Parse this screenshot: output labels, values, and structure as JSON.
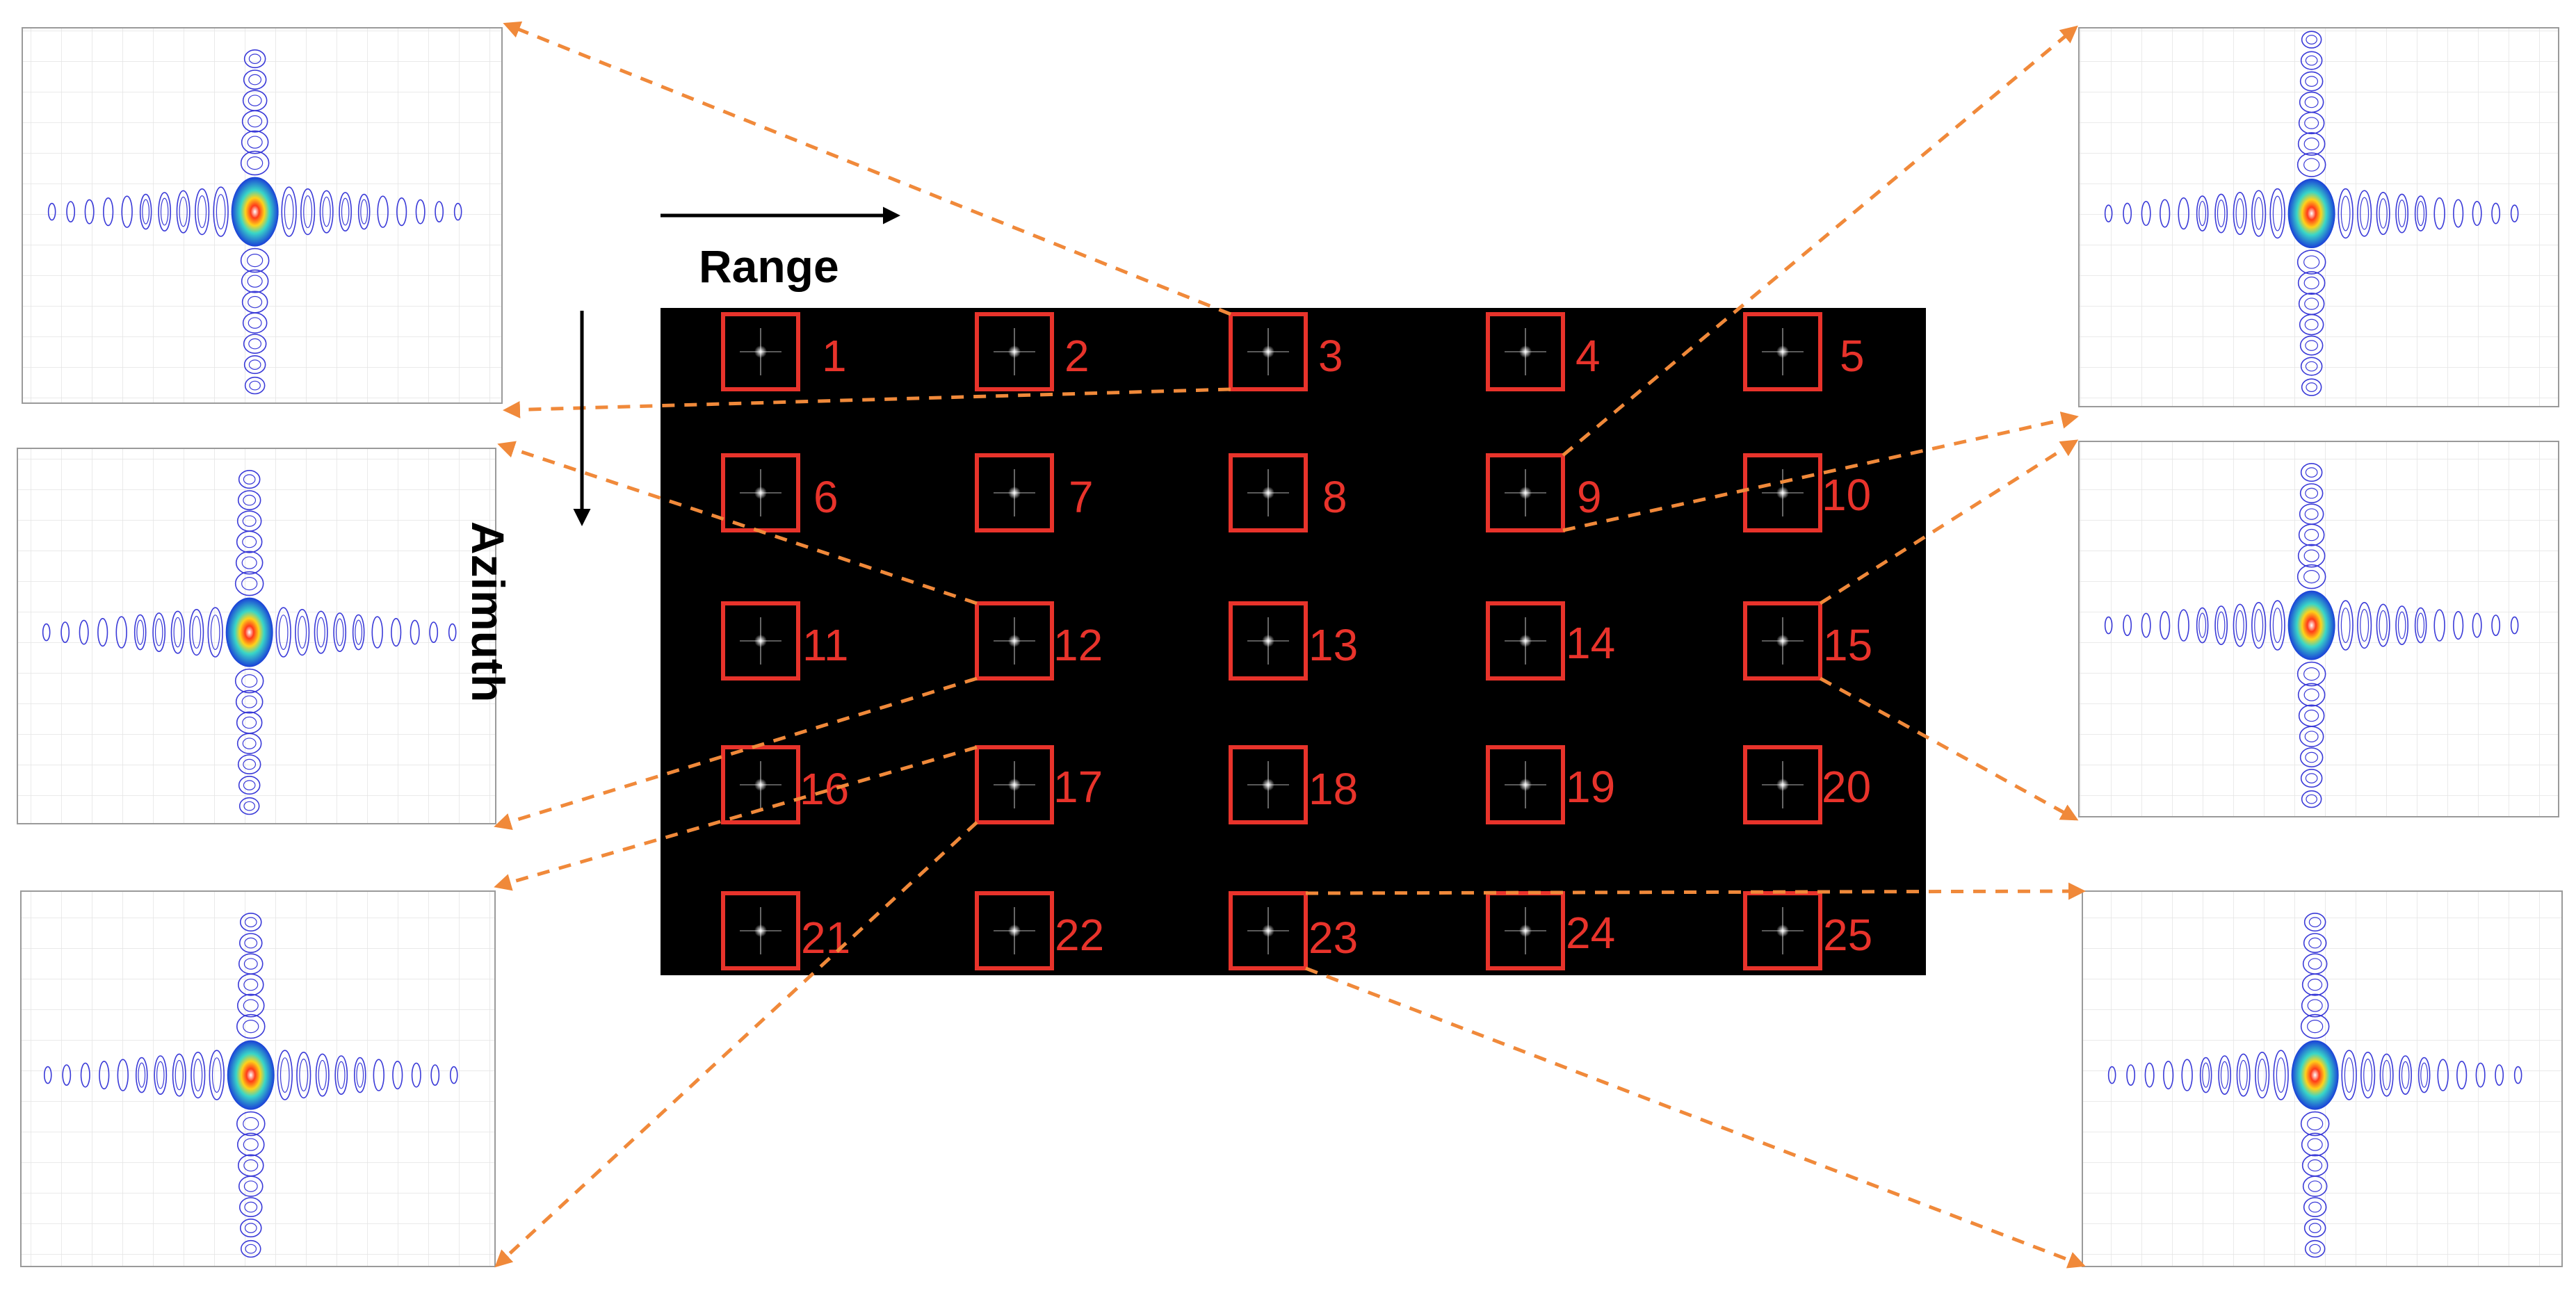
{
  "axes": {
    "range_label": "Range",
    "azimuth_label": "Azimuth"
  },
  "targets": [
    {
      "id": 1,
      "label": "1"
    },
    {
      "id": 2,
      "label": "2"
    },
    {
      "id": 3,
      "label": "3"
    },
    {
      "id": 4,
      "label": "4"
    },
    {
      "id": 5,
      "label": "5"
    },
    {
      "id": 6,
      "label": "6"
    },
    {
      "id": 7,
      "label": "7"
    },
    {
      "id": 8,
      "label": "8"
    },
    {
      "id": 9,
      "label": "9"
    },
    {
      "id": 10,
      "label": "10"
    },
    {
      "id": 11,
      "label": "11"
    },
    {
      "id": 12,
      "label": "12"
    },
    {
      "id": 13,
      "label": "13"
    },
    {
      "id": 14,
      "label": "14"
    },
    {
      "id": 15,
      "label": "15"
    },
    {
      "id": 16,
      "label": "16"
    },
    {
      "id": 17,
      "label": "17"
    },
    {
      "id": 18,
      "label": "18"
    },
    {
      "id": 19,
      "label": "19"
    },
    {
      "id": 20,
      "label": "20"
    },
    {
      "id": 21,
      "label": "21"
    },
    {
      "id": 22,
      "label": "22"
    },
    {
      "id": 23,
      "label": "23"
    },
    {
      "id": 24,
      "label": "24"
    },
    {
      "id": 25,
      "label": "25"
    }
  ],
  "zoom_panels": [
    {
      "name": "panel-target-3",
      "target": 3
    },
    {
      "name": "panel-target-12",
      "target": 12
    },
    {
      "name": "panel-target-17",
      "target": 17
    },
    {
      "name": "panel-target-9",
      "target": 9
    },
    {
      "name": "panel-target-15",
      "target": 15
    },
    {
      "name": "panel-target-23",
      "target": 23
    }
  ],
  "colors": {
    "marker": "#e8332b",
    "arrow": "#f0893a",
    "scene_bg": "#000000",
    "contour": "#3a3ad8"
  }
}
